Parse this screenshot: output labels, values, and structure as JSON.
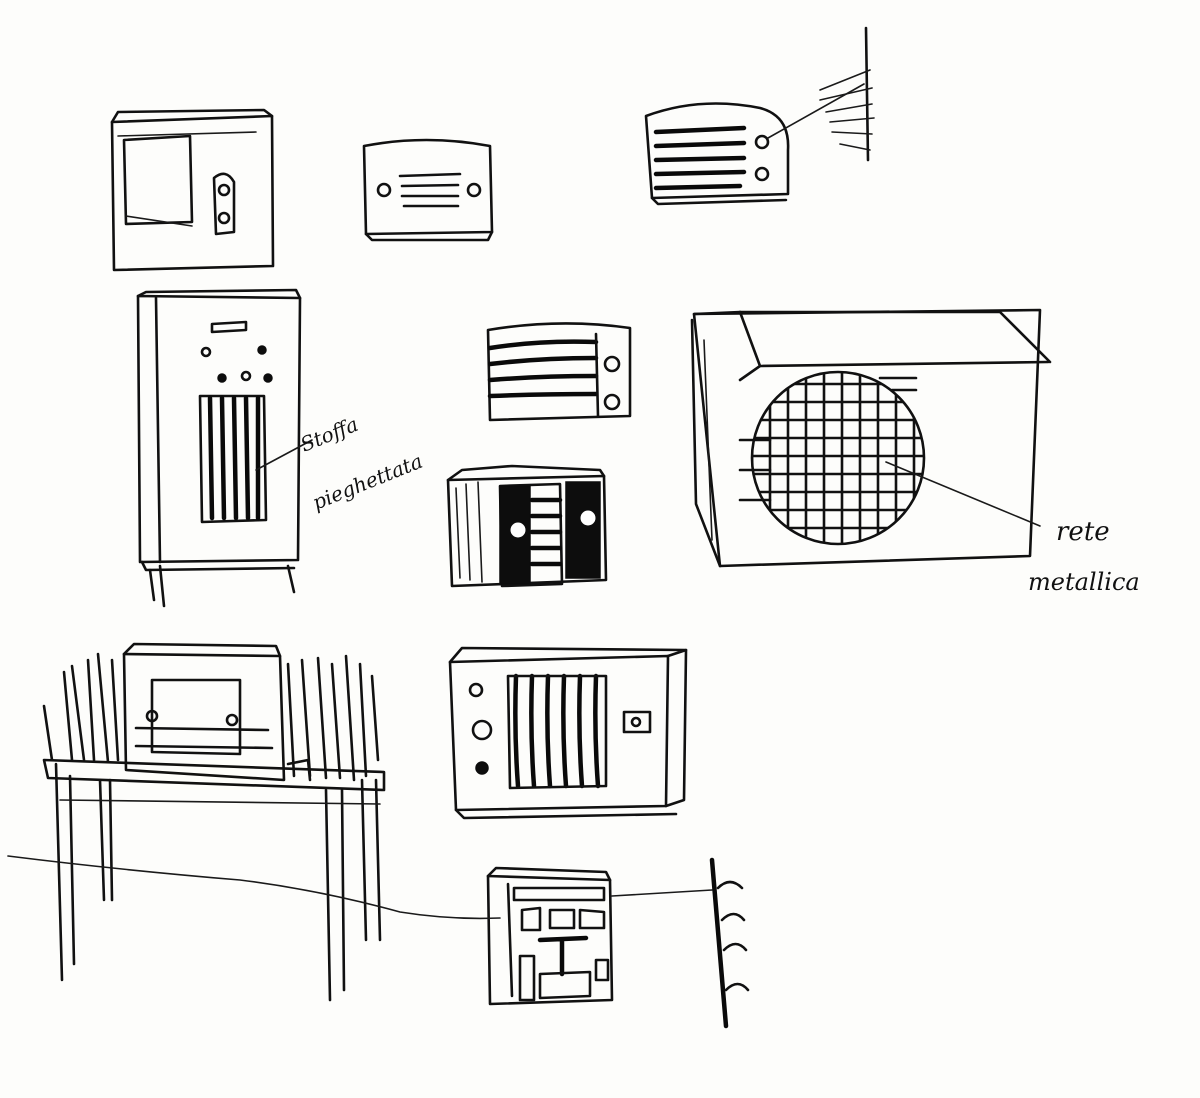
{
  "annotations": {
    "fabric_line1": "Stoffa",
    "fabric_line2": "pieghettata",
    "mesh_line1": "rete",
    "mesh_line2": "metallica"
  },
  "colors": {
    "ink": "#111111",
    "paper": "#fdfdfb"
  }
}
